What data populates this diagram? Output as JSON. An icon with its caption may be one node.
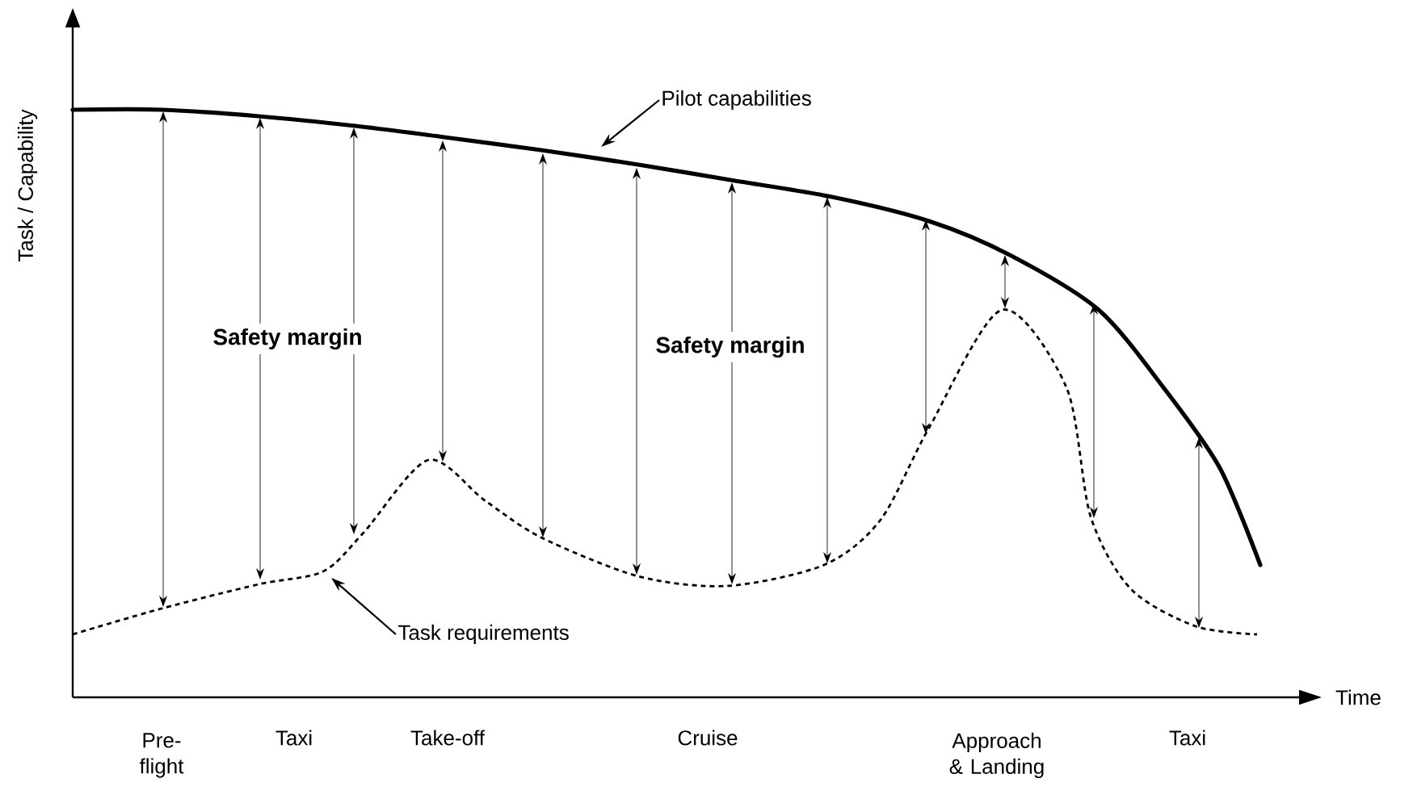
{
  "diagram": {
    "nodes": [
      {
        "text": [
          "Pilot capabilities"
        ]
      },
      {
        "text": [
          "Task requirements"
        ]
      }
    ],
    "edges": [
      {
        "from": 0,
        "to": null,
        "arrow": "to"
      },
      {
        "from": 1,
        "to": null,
        "arrow": "to"
      }
    ],
    "labels": [
      "Task / Capability",
      "Safety margin",
      "Safety margin",
      "Time",
      "Pre- flight",
      "Taxi",
      "Take-off",
      "Cruise",
      "Approach & Landing",
      "Taxi"
    ]
  }
}
